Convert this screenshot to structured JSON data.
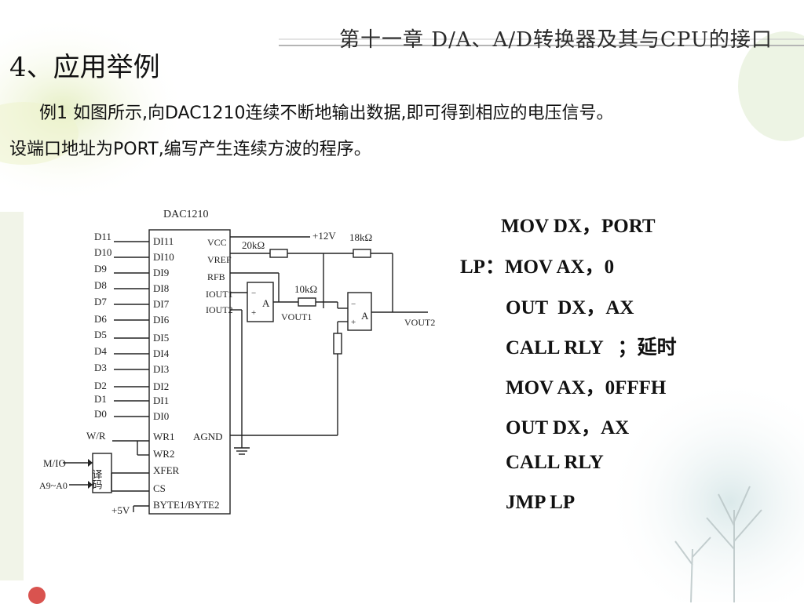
{
  "header": {
    "title": "第十一章 D/A、A/D转换器及其与CPU的接口"
  },
  "section_title": "4、应用举例",
  "description": {
    "line1": "例1 如图所示,向DAC1210连续不断地输出数据,即可得到相应的电压信号。",
    "line2": "设端口地址为PORT,编写产生连续方波的程序。"
  },
  "circuit": {
    "chip_name": "DAC1210",
    "data_lines": [
      "D11",
      "D10",
      "D9",
      "D8",
      "D7",
      "D6",
      "D5",
      "D4",
      "D3",
      "D2",
      "D1",
      "D0"
    ],
    "di_pins": [
      "DI11",
      "DI10",
      "DI9",
      "DI8",
      "DI7",
      "DI6",
      "DI5",
      "DI4",
      "DI3",
      "DI2",
      "DI1",
      "DI0"
    ],
    "right_pins": [
      "VCC",
      "VREF",
      "RFB",
      "IOUT1",
      "IOUT2"
    ],
    "agnd": "AGND",
    "control_pins": [
      "WR1",
      "WR2",
      "XFER",
      "CS",
      "BYTE1/BYTE2"
    ],
    "wr_label": "W/R",
    "mio_label": "M/IO",
    "addr_label": "A9~A0",
    "decoder": "译码",
    "plus5v": "+5V",
    "plus12v": "+12V",
    "r1": "20kΩ",
    "r2": "18kΩ",
    "r3": "10kΩ",
    "opamp": "A",
    "vout1": "VOUT1",
    "vout2": "VOUT2"
  },
  "code": [
    "MOV DX，PORT",
    "LP：MOV AX，0",
    "OUT  DX，AX",
    "CALL RLY   ；延时",
    "MOV AX，0FFFH",
    "OUT DX，AX",
    "CALL RLY",
    "JMP LP"
  ]
}
